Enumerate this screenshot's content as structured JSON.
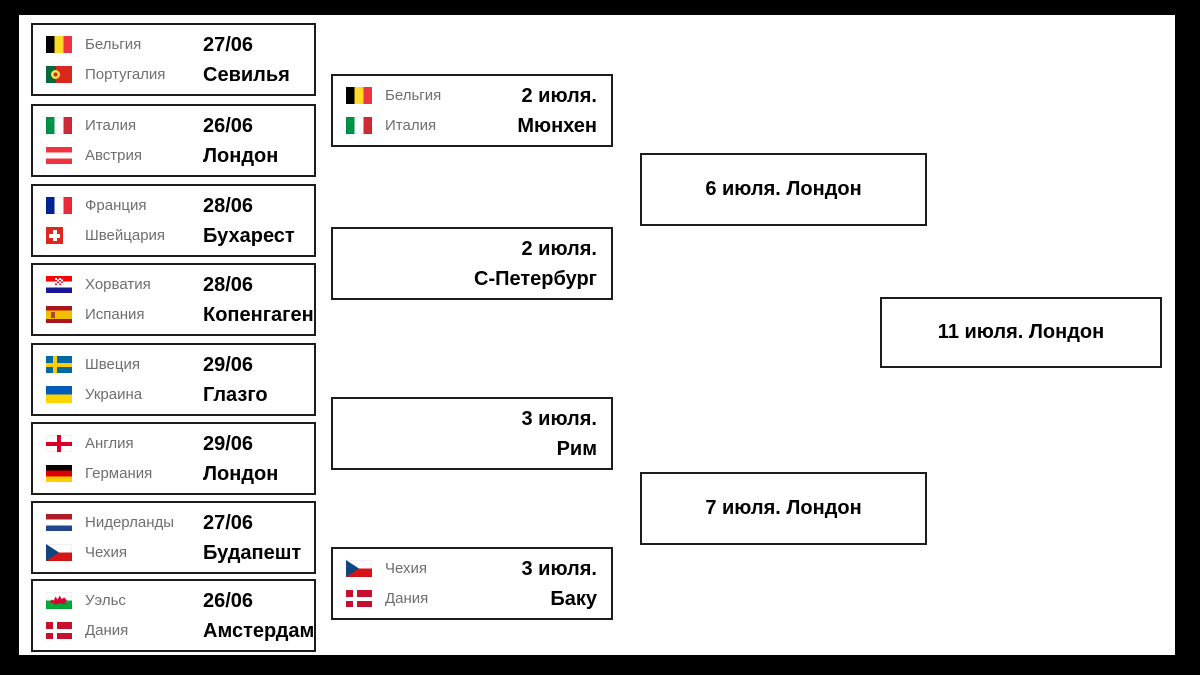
{
  "round_of_16": [
    {
      "t1": "Бельгия",
      "f1": "belgium",
      "t2": "Португалия",
      "f2": "portugal",
      "date": "27/06",
      "city": "Севилья"
    },
    {
      "t1": "Италия",
      "f1": "italy",
      "t2": "Австрия",
      "f2": "austria",
      "date": "26/06",
      "city": "Лондон"
    },
    {
      "t1": "Франция",
      "f1": "france",
      "t2": "Швейцария",
      "f2": "switzerland",
      "date": "28/06",
      "city": "Бухарест"
    },
    {
      "t1": "Хорватия",
      "f1": "croatia",
      "t2": "Испания",
      "f2": "spain",
      "date": "28/06",
      "city": "Копенгаген"
    },
    {
      "t1": "Швеция",
      "f1": "sweden",
      "t2": "Украина",
      "f2": "ukraine",
      "date": "29/06",
      "city": "Глазго"
    },
    {
      "t1": "Англия",
      "f1": "england",
      "t2": "Германия",
      "f2": "germany",
      "date": "29/06",
      "city": "Лондон"
    },
    {
      "t1": "Нидерланды",
      "f1": "netherlands",
      "t2": "Чехия",
      "f2": "czech",
      "date": "27/06",
      "city": "Будапешт"
    },
    {
      "t1": "Уэльс",
      "f1": "wales",
      "t2": "Дания",
      "f2": "denmark",
      "date": "26/06",
      "city": "Амстердам"
    }
  ],
  "quarterfinals": [
    {
      "t1": "Бельгия",
      "f1": "belgium",
      "t2": "Италия",
      "f2": "italy",
      "date": "2 июля.",
      "city": "Мюнхен"
    },
    {
      "date": "2 июля.",
      "city": "С-Петербург"
    },
    {
      "date": "3 июля.",
      "city": "Рим"
    },
    {
      "t1": "Чехия",
      "f1": "czech",
      "t2": "Дания",
      "f2": "denmark",
      "date": "3 июля.",
      "city": "Баку"
    }
  ],
  "semifinals": [
    {
      "label": "6 июля. Лондон"
    },
    {
      "label": "7 июля. Лондон"
    }
  ],
  "final": {
    "label": "11 июля. Лондон"
  },
  "colors": {
    "frame": "#000000",
    "background": "#ffffff",
    "box_border": "#1c1c1c",
    "team_text": "#6e6e6e",
    "main_text": "#000000"
  }
}
